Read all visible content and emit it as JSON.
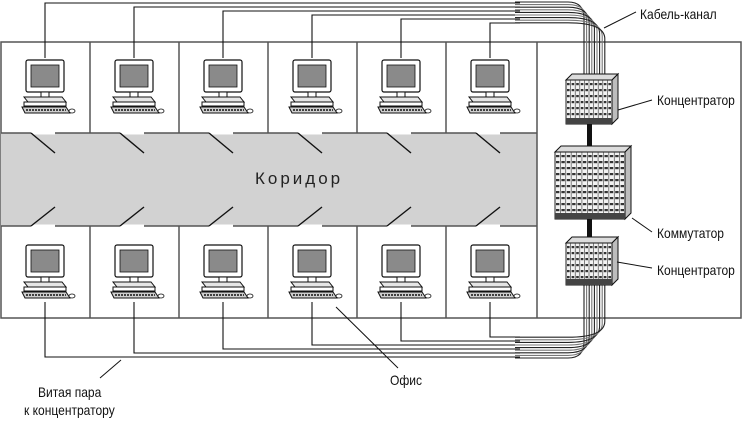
{
  "labels": {
    "cable_channel": "Кабель-канал",
    "hub_top": "Концентратор",
    "switch": "Коммутатор",
    "hub_bottom": "Концентратор",
    "corridor": "Коридор",
    "office": "Офис",
    "twisted_pair_line1": "Витая пара",
    "twisted_pair_line2": "к концентратору"
  },
  "layout_info": {
    "rooms_per_row": 6,
    "rows": [
      "north",
      "south"
    ],
    "computers_per_room": 1
  },
  "colors": {
    "corridor": "#d2d2d2",
    "wall": "#555555",
    "line": "#111111",
    "device_light": "#f2f2f2"
  }
}
